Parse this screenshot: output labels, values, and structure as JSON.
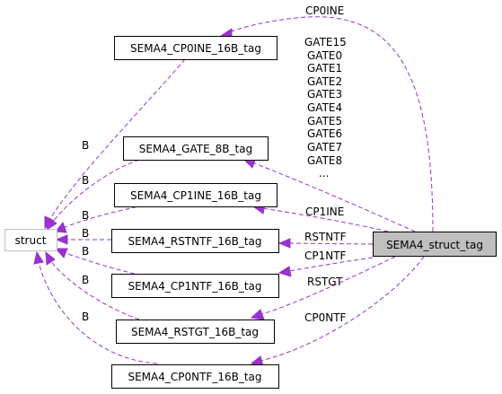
{
  "nodes": {
    "main": "SEMA4_struct_tag",
    "struct": "struct",
    "cp0ine": "SEMA4_CP0INE_16B_tag",
    "gate": "SEMA4_GATE_8B_tag",
    "cp1ine": "SEMA4_CP1INE_16B_tag",
    "rstntf": "SEMA4_RSTNTF_16B_tag",
    "cp1ntf": "SEMA4_CP1NTF_16B_tag",
    "rstgt": "SEMA4_RSTGT_16B_tag",
    "cp0ntf": "SEMA4_CP0NTF_16B_tag"
  },
  "edge_labels": {
    "cp0ine": "CP0INE",
    "gate_lines": [
      "GATE15",
      "GATE0",
      "GATE1",
      "GATE2",
      "GATE3",
      "GATE4",
      "GATE5",
      "GATE6",
      "GATE7",
      "GATE8",
      "..."
    ],
    "cp1ine": "CP1INE",
    "rstntf": "RSTNTF",
    "cp1ntf": "CP1NTF",
    "rstgt": "RSTGT",
    "cp0ntf": "CP0NTF",
    "struct_b": "B"
  },
  "colors": {
    "edge": "#9a32cd",
    "selected_fill": "#bfbfbf",
    "external_border": "#bfbfbf"
  }
}
